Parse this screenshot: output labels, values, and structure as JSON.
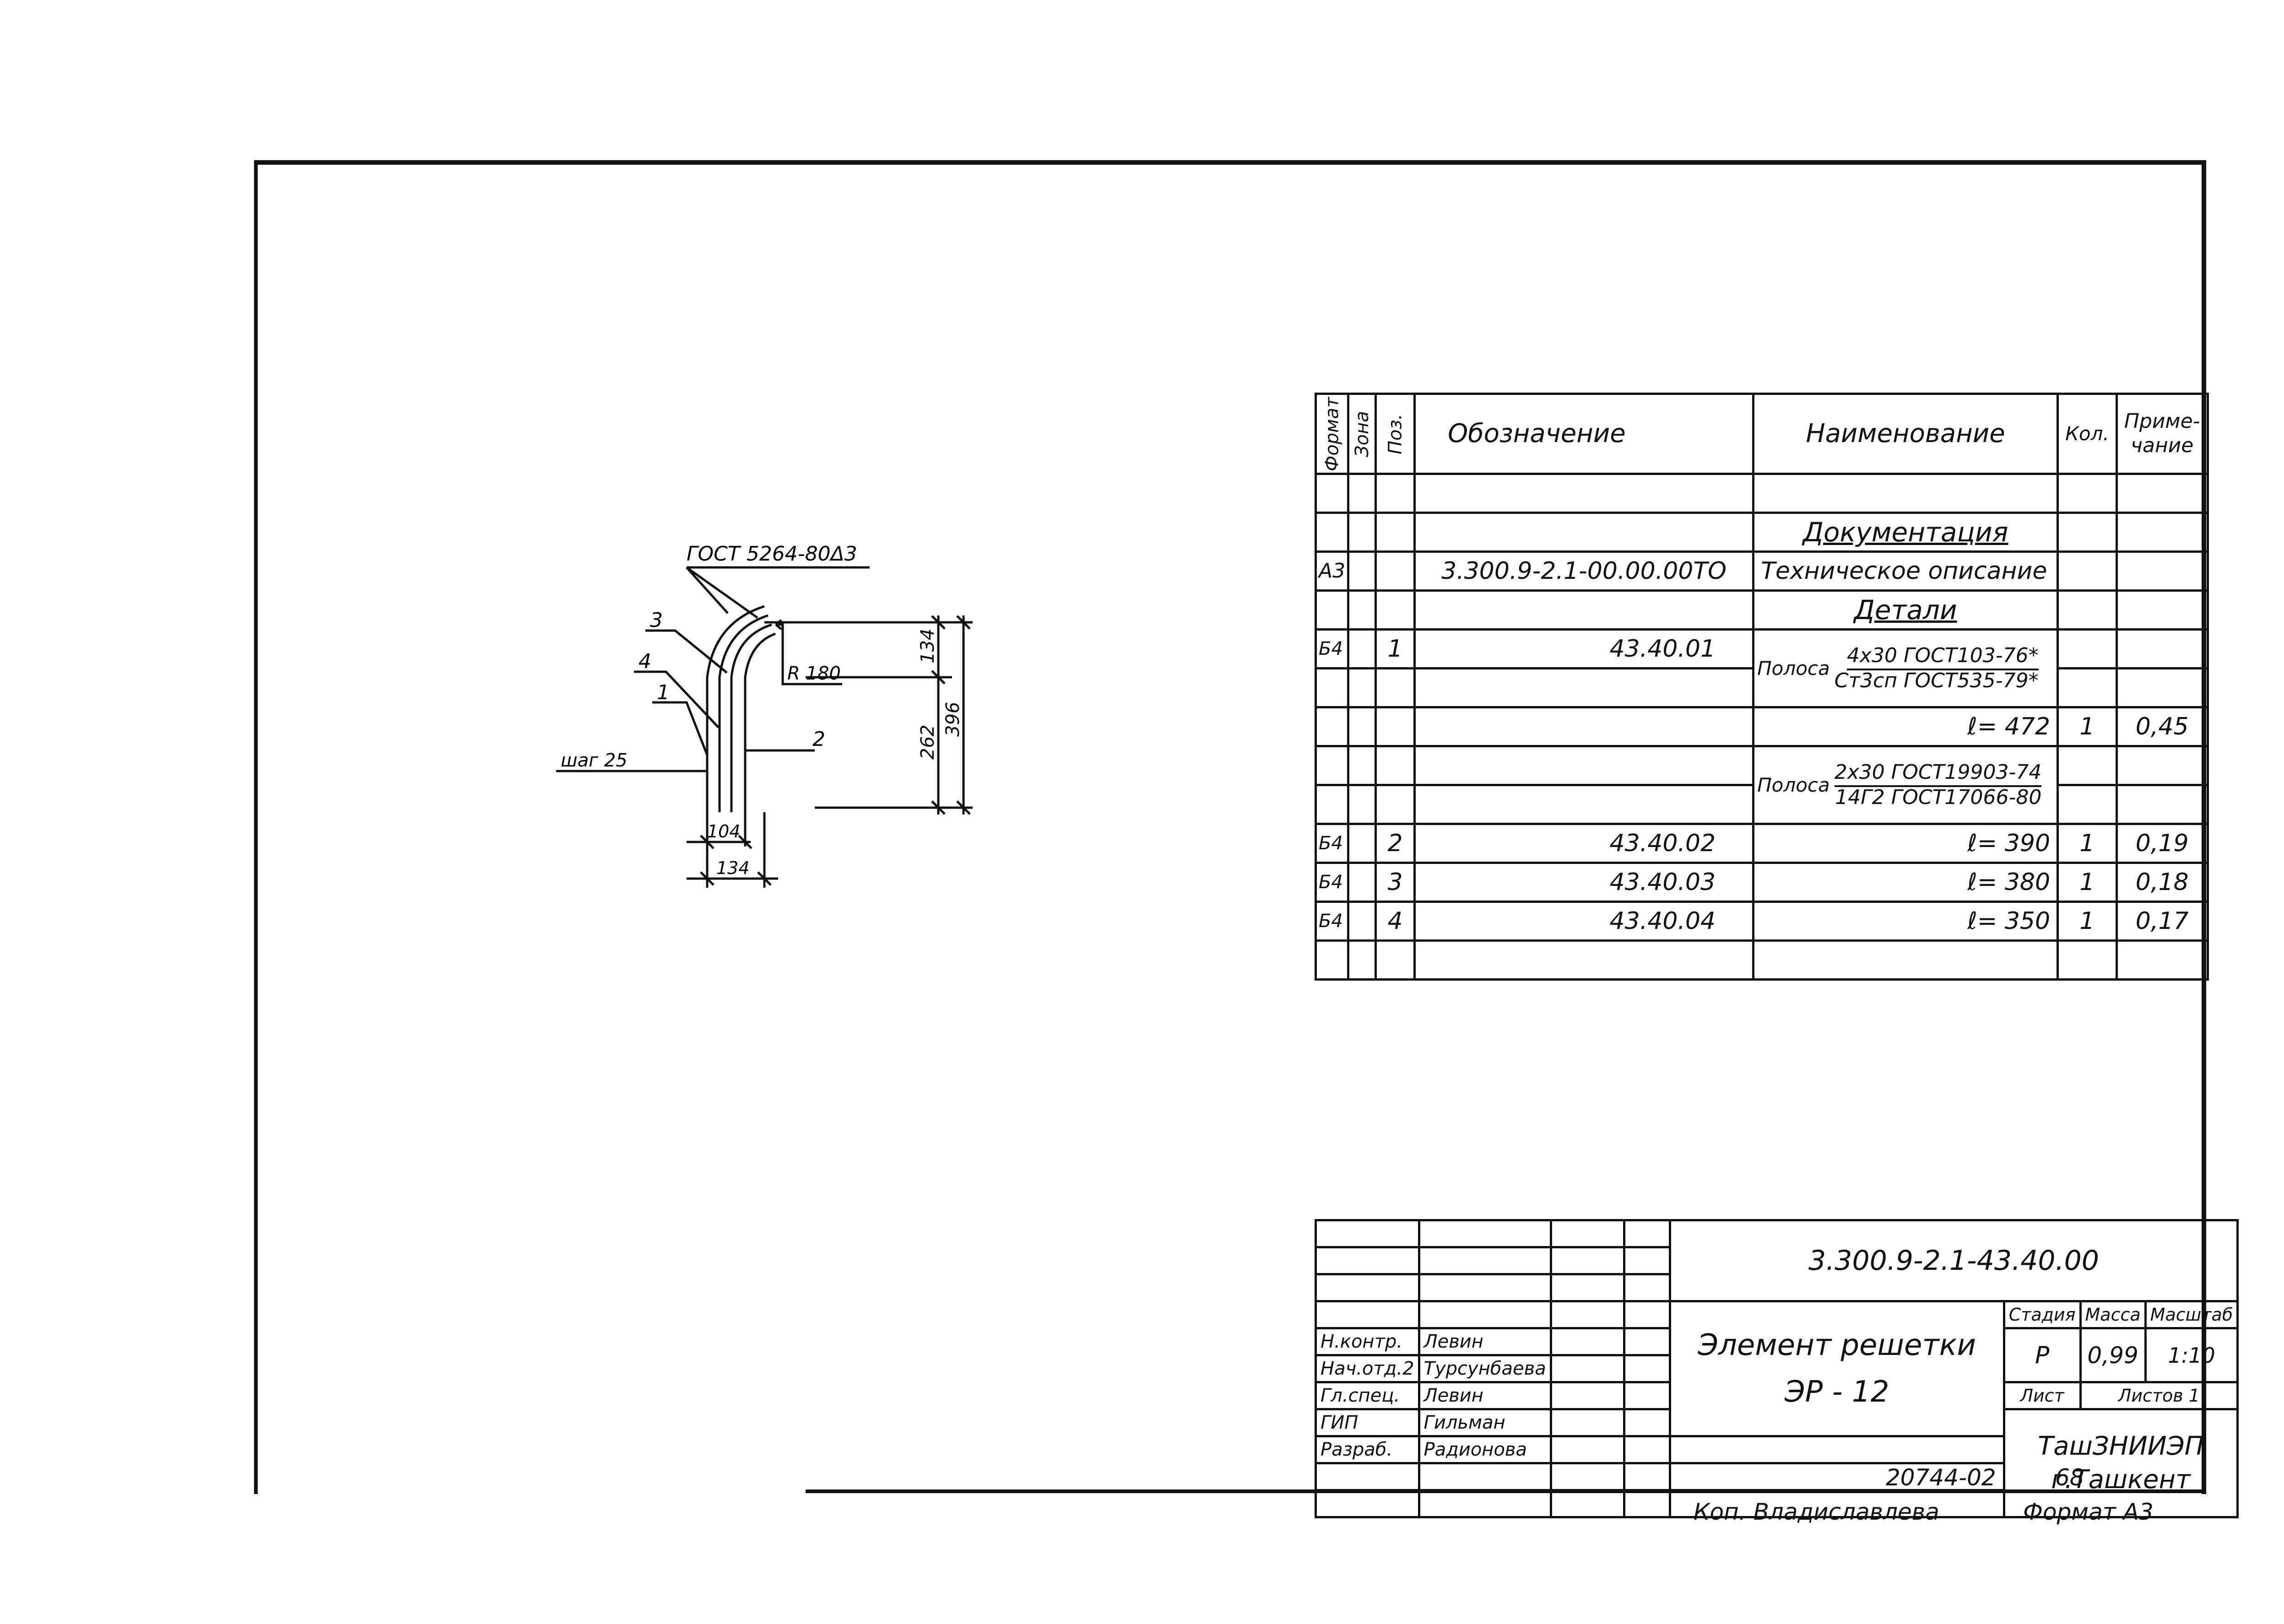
{
  "spec_table": {
    "headers": {
      "format": "Формат",
      "zone": "Зона",
      "pos": "Поз.",
      "designation": "Обозначение",
      "name": "Наименование",
      "qty": "Кол.",
      "note": "Приме-чание"
    },
    "sections": {
      "docs": "Документация",
      "details": "Детали"
    },
    "rows": {
      "doc1": {
        "format": "А3",
        "designation": "3.300.9-2.1-00.00.00ТО",
        "name": "Техническое описание"
      },
      "d1": {
        "format": "Б4",
        "pos": "1",
        "designation": "43.40.01",
        "name_label": "Полоса",
        "name_top": "4x30 ГОСТ103-76*",
        "name_bottom": "Ст3сп ГОСТ535-79*",
        "length": "ℓ= 472",
        "qty": "1",
        "note": "0,45"
      },
      "m2": {
        "name_label": "Полоса",
        "name_top": "2x30 ГОСТ19903-74",
        "name_bottom": "14Г2 ГОСТ17066-80"
      },
      "d2": {
        "format": "Б4",
        "pos": "2",
        "designation": "43.40.02",
        "length": "ℓ= 390",
        "qty": "1",
        "note": "0,19"
      },
      "d3": {
        "format": "Б4",
        "pos": "3",
        "designation": "43.40.03",
        "length": "ℓ= 380",
        "qty": "1",
        "note": "0,18"
      },
      "d4": {
        "format": "Б4",
        "pos": "4",
        "designation": "43.40.04",
        "length": "ℓ= 350",
        "qty": "1",
        "note": "0,17"
      }
    }
  },
  "drawing": {
    "weld_note": "ГОСТ 5264-80Δ3",
    "radius": "R 180",
    "step": "шаг 25",
    "dim_134_top": "134",
    "dim_262": "262",
    "dim_396": "396",
    "dim_104": "104",
    "dim_134_bottom": "134",
    "pos1": "1",
    "pos2": "2",
    "pos3": "3",
    "pos4": "4"
  },
  "title_block": {
    "doc_code": "3.300.9-2.1-43.40.00",
    "title_line1": "Элемент решетки",
    "title_line2": "ЭР - 12",
    "stage_h": "Стадия",
    "mass_h": "Масса",
    "scale_h": "Масштаб",
    "stage": "Р",
    "mass": "0,99",
    "scale": "1:10",
    "sheet": "Лист",
    "sheets": "Листов 1",
    "org_line1": "ТашЗНИИЭП",
    "org_line2": "г.Ташкент",
    "roles": [
      {
        "role": "Н.контр.",
        "name": "Левин"
      },
      {
        "role": "Нач.отд.2",
        "name": "Турсунбаева"
      },
      {
        "role": "Гл.спец.",
        "name": "Левин"
      },
      {
        "role": "ГИП",
        "name": "Гильман"
      },
      {
        "role": "Разраб.",
        "name": "Радионова"
      }
    ]
  },
  "footer": {
    "copied_by": "Коп. Владиславлева",
    "order": "20744-02",
    "page": "68",
    "format": "Формат А3"
  }
}
